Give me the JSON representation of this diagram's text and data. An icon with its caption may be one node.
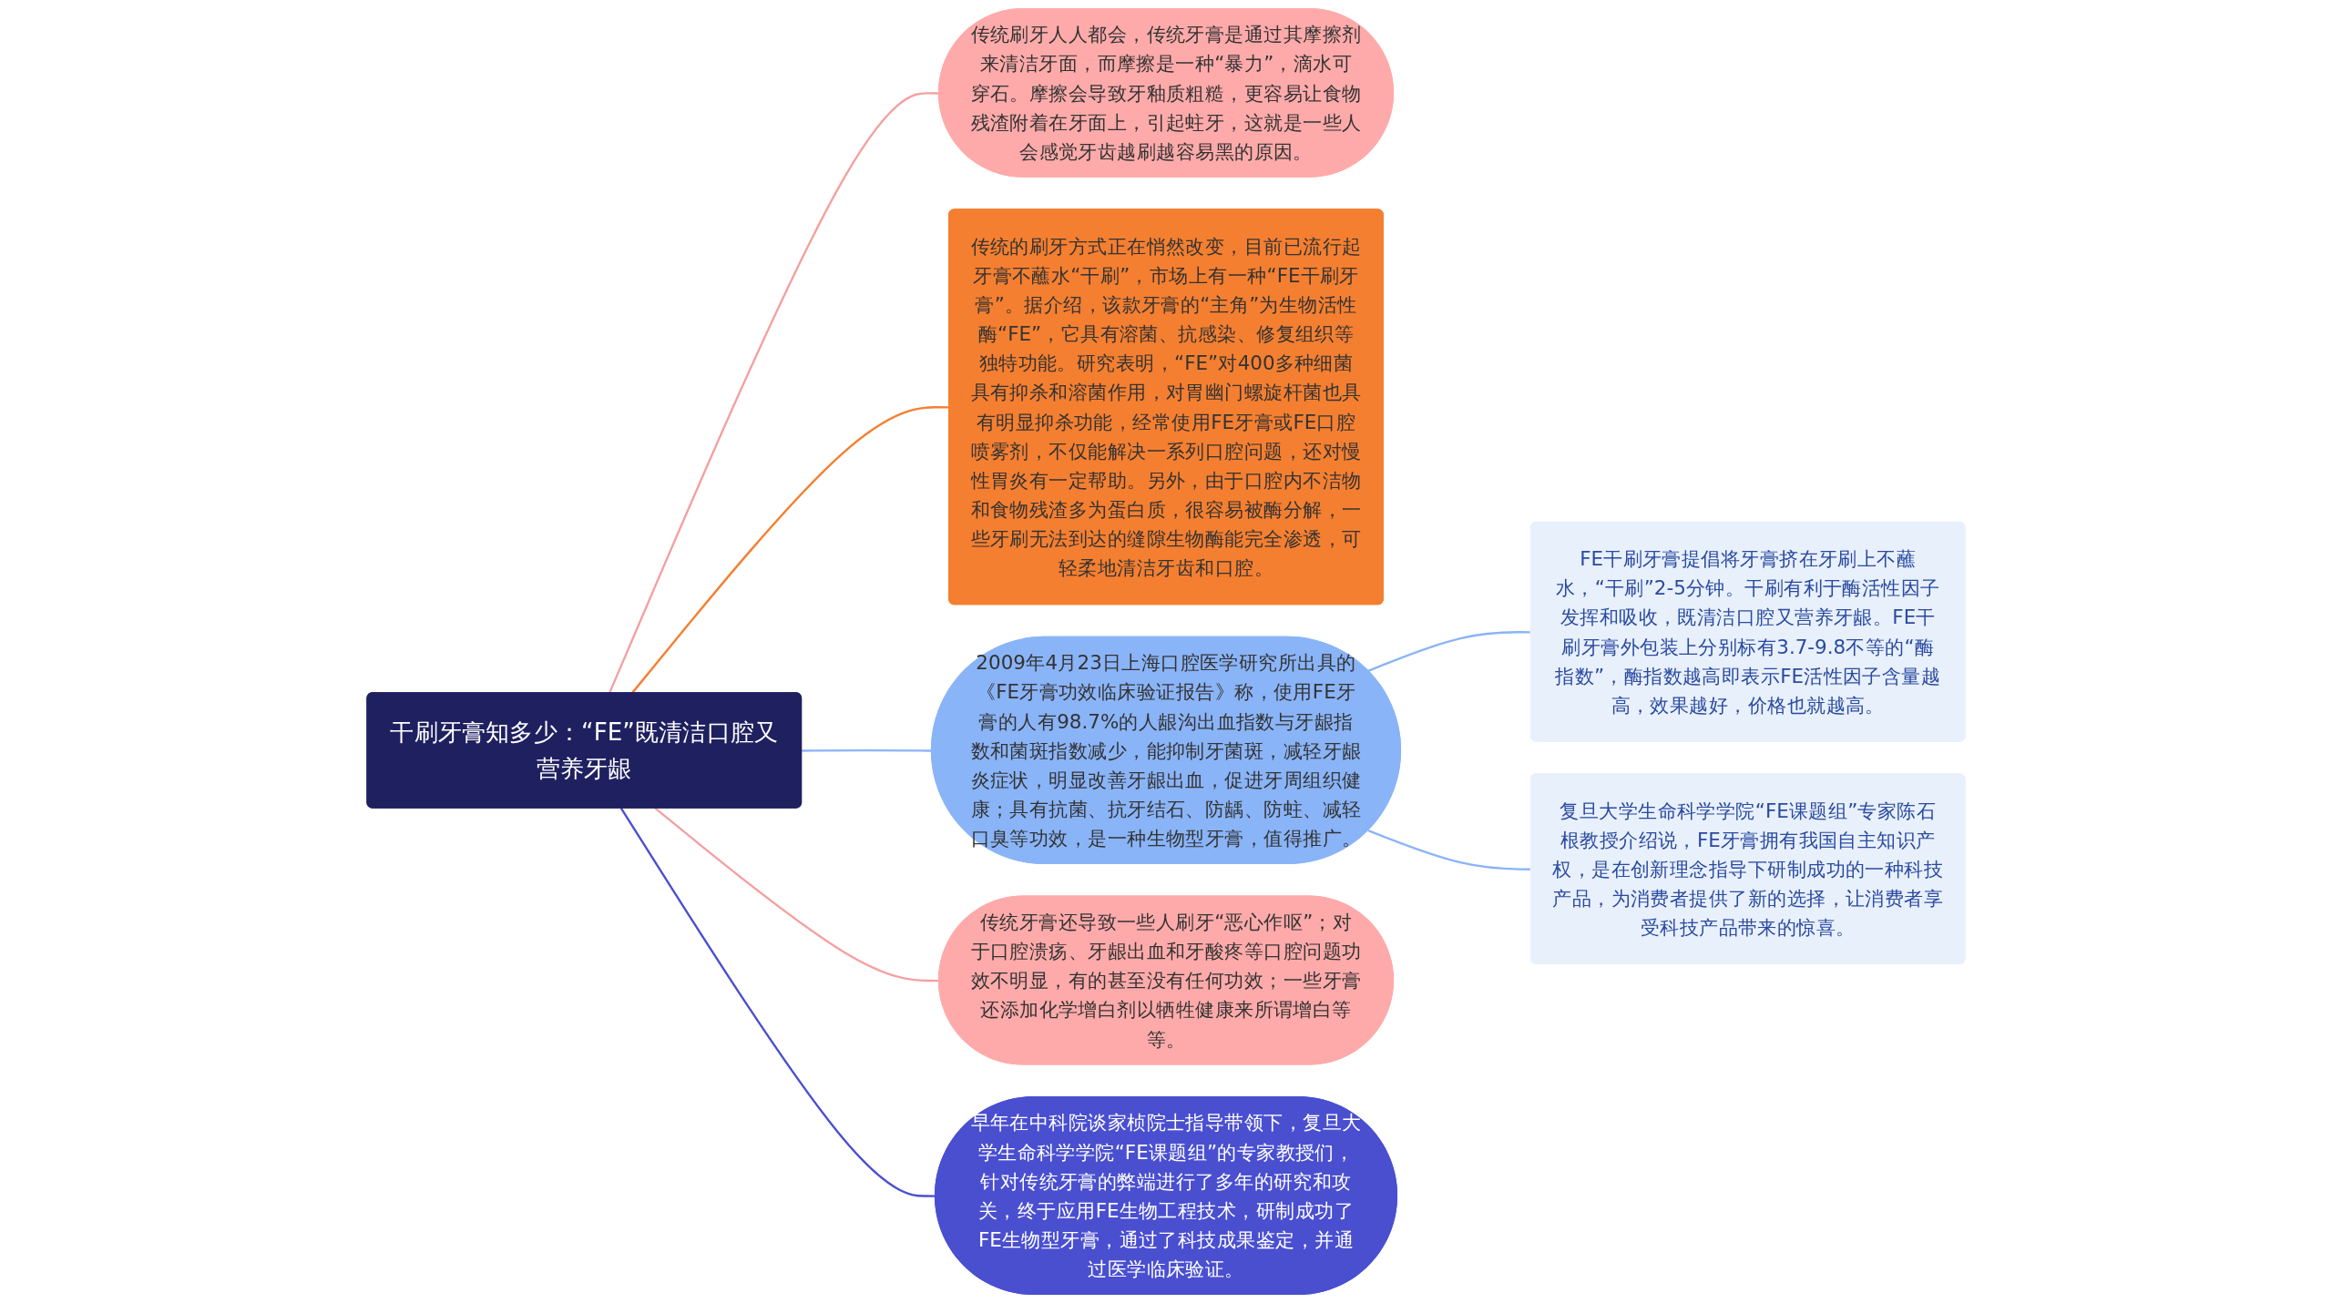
{
  "diagram": {
    "nodes": [
      {
        "text": [
          "干刷牙膏知多少：“FE”既清洁口腔又营养牙龈"
        ]
      },
      {
        "text": [
          "传统刷牙人人都会，传统牙膏是通过其摩擦剂来清洁牙面，而摩擦是一种“暴力”，滴水可穿石。摩擦会导致牙釉质粗糙，更容易让食物残渣附着在牙面上，引起蛀牙，这就是一些人会感觉牙齿越刷越容易黑的原因。"
        ]
      },
      {
        "text": [
          "传统的刷牙方式正在悄然改变，目前已流行起牙膏不蘸水“干刷”，市场上有一种“FE干刷牙膏”。据介绍，该款牙膏的“主角”为生物活性酶“FE”，它具有溶菌、抗感染、修复组织等独特功能。研究表明，“FE”对400多种细菌具有抑杀和溶菌作用，对胃幽门螺旋杆菌也具有明显抑杀功能，经常使用FE牙膏或FE口腔喷雾剂，不仅能解决一系列口腔问题，还对慢性胃炎有一定帮助。另外，由于口腔内不洁物和食物残渣多为蛋白质，很容易被酶分解，一些牙刷无法到达的缝隙生物酶能完全渗透，可轻柔地清洁牙齿和口腔。"
        ]
      },
      {
        "text": [
          "2009年4月23日上海口腔医学研究所出具的《FE牙膏功效临床验证报告》称，使用FE牙膏的人有98.7%的人龈沟出血指数与牙龈指数和菌斑指数减少，能抑制牙菌斑，减轻牙龈炎症状，明显改善牙龈出血，促进牙周组织健康；具有抗菌、抗牙结石、防龋、防蛀、减轻口臭等功效，是一种生物型牙膏，值得推广。"
        ]
      },
      {
        "text": [
          "FE干刷牙膏提倡将牙膏挤在牙刷上不蘸水，“干刷”2-5分钟。干刷有利于酶活性因子发挥和吸收，既清洁口腔又营养牙龈。FE干刷牙膏外包装上分别标有3.7-9.8不等的“酶指数”，酶指数越高即表示FE活性因子含量越高，效果越好，价格也就越高。"
        ]
      },
      {
        "text": [
          "复旦大学生命科学学院“FE课题组”专家陈石根教授介绍说，FE牙膏拥有我国自主知识产权，是在创新理念指导下研制成功的一种科技产品，为消费者提供了新的选择，让消费者享受科技产品带来的惊喜。"
        ]
      },
      {
        "text": [
          "传统牙膏还导致一些人刷牙“恶心作呕”；对于口腔溃疡、牙龈出血和牙酸疼等口腔问题功效不明显，有的甚至没有任何功效；一些牙膏还添加化学增白剂以牺牲健康来所谓增白等等。"
        ]
      },
      {
        "text": [
          "早年在中科院谈家桢院士指导带领下，复旦大学生命科学学院“FE课题组”的专家教授们，针对传统牙膏的弊端进行了多年的研究和攻关，终于应用FE生物工程技术，研制成功了FE生物型牙膏，通过了科技成果鉴定，并通过医学临床验证。"
        ]
      }
    ],
    "edges": [
      {
        "from": 0,
        "to": 1,
        "arrow": "none",
        "color": "#f4a0a0"
      },
      {
        "from": 0,
        "to": 2,
        "arrow": "none",
        "color": "#f57f30"
      },
      {
        "from": 0,
        "to": 3,
        "arrow": "none"
      },
      {
        "from": 3,
        "to": 4,
        "arrow": "none"
      },
      {
        "from": 3,
        "to": 5,
        "arrow": "none"
      },
      {
        "from": 0,
        "to": 6,
        "arrow": "none",
        "color": "#f4a0a0"
      },
      {
        "from": 0,
        "to": 7,
        "arrow": "none",
        "color": "#4a4fd0"
      }
    ]
  }
}
